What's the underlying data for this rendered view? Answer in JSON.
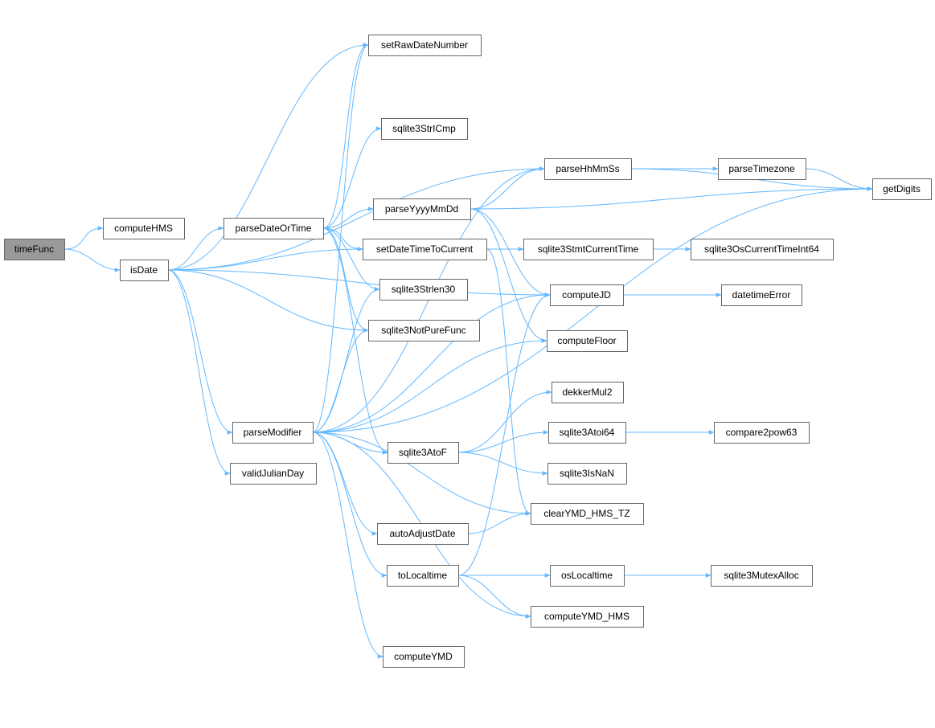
{
  "colors": {
    "edge": "#63b8ff",
    "node_border": "#666666",
    "node_fill": "#ffffff",
    "root_fill": "#999999"
  },
  "nodes": [
    {
      "id": "timeFunc",
      "label": "timeFunc",
      "root": true
    },
    {
      "id": "computeHMS",
      "label": "computeHMS"
    },
    {
      "id": "isDate",
      "label": "isDate"
    },
    {
      "id": "parseDateOrTime",
      "label": "parseDateOrTime"
    },
    {
      "id": "setRawDateNumber",
      "label": "setRawDateNumber"
    },
    {
      "id": "sqlite3StrICmp",
      "label": "sqlite3StrICmp"
    },
    {
      "id": "parseHhMmSs",
      "label": "parseHhMmSs"
    },
    {
      "id": "parseTimezone",
      "label": "parseTimezone"
    },
    {
      "id": "getDigits",
      "label": "getDigits"
    },
    {
      "id": "parseYyyyMmDd",
      "label": "parseYyyyMmDd"
    },
    {
      "id": "setDateTimeToCurrent",
      "label": "setDateTimeToCurrent"
    },
    {
      "id": "sqlite3StmtCurrentTime",
      "label": "sqlite3StmtCurrentTime"
    },
    {
      "id": "sqlite3OsCurrentTimeInt64",
      "label": "sqlite3OsCurrentTimeInt64"
    },
    {
      "id": "sqlite3Strlen30",
      "label": "sqlite3Strlen30"
    },
    {
      "id": "computeJD",
      "label": "computeJD"
    },
    {
      "id": "datetimeError",
      "label": "datetimeError"
    },
    {
      "id": "sqlite3NotPureFunc",
      "label": "sqlite3NotPureFunc"
    },
    {
      "id": "computeFloor",
      "label": "computeFloor"
    },
    {
      "id": "dekkerMul2",
      "label": "dekkerMul2"
    },
    {
      "id": "parseModifier",
      "label": "parseModifier"
    },
    {
      "id": "sqlite3AtoF",
      "label": "sqlite3AtoF"
    },
    {
      "id": "sqlite3Atoi64",
      "label": "sqlite3Atoi64"
    },
    {
      "id": "compare2pow63",
      "label": "compare2pow63"
    },
    {
      "id": "validJulianDay",
      "label": "validJulianDay"
    },
    {
      "id": "sqlite3IsNaN",
      "label": "sqlite3IsNaN"
    },
    {
      "id": "clearYMD_HMS_TZ",
      "label": "clearYMD_HMS_TZ"
    },
    {
      "id": "autoAdjustDate",
      "label": "autoAdjustDate"
    },
    {
      "id": "toLocaltime",
      "label": "toLocaltime"
    },
    {
      "id": "osLocaltime",
      "label": "osLocaltime"
    },
    {
      "id": "sqlite3MutexAlloc",
      "label": "sqlite3MutexAlloc"
    },
    {
      "id": "computeYMD_HMS",
      "label": "computeYMD_HMS"
    },
    {
      "id": "computeYMD",
      "label": "computeYMD"
    }
  ],
  "edges": [
    [
      "timeFunc",
      "computeHMS"
    ],
    [
      "timeFunc",
      "isDate"
    ],
    [
      "isDate",
      "parseDateOrTime"
    ],
    [
      "isDate",
      "setRawDateNumber"
    ],
    [
      "isDate",
      "parseHhMmSs"
    ],
    [
      "isDate",
      "computeJD"
    ],
    [
      "isDate",
      "setDateTimeToCurrent"
    ],
    [
      "isDate",
      "sqlite3NotPureFunc"
    ],
    [
      "isDate",
      "parseModifier"
    ],
    [
      "isDate",
      "validJulianDay"
    ],
    [
      "parseDateOrTime",
      "setRawDateNumber"
    ],
    [
      "parseDateOrTime",
      "sqlite3StrICmp"
    ],
    [
      "parseDateOrTime",
      "parseYyyyMmDd"
    ],
    [
      "parseDateOrTime",
      "setDateTimeToCurrent"
    ],
    [
      "parseDateOrTime",
      "sqlite3Strlen30"
    ],
    [
      "parseDateOrTime",
      "sqlite3NotPureFunc"
    ],
    [
      "parseDateOrTime",
      "sqlite3AtoF"
    ],
    [
      "parseHhMmSs",
      "parseTimezone"
    ],
    [
      "parseHhMmSs",
      "getDigits"
    ],
    [
      "parseTimezone",
      "getDigits"
    ],
    [
      "parseYyyyMmDd",
      "parseHhMmSs"
    ],
    [
      "parseYyyyMmDd",
      "getDigits"
    ],
    [
      "parseYyyyMmDd",
      "computeJD"
    ],
    [
      "parseYyyyMmDd",
      "computeFloor"
    ],
    [
      "setDateTimeToCurrent",
      "sqlite3StmtCurrentTime"
    ],
    [
      "setDateTimeToCurrent",
      "clearYMD_HMS_TZ"
    ],
    [
      "sqlite3StmtCurrentTime",
      "sqlite3OsCurrentTimeInt64"
    ],
    [
      "computeJD",
      "datetimeError"
    ],
    [
      "parseModifier",
      "setRawDateNumber"
    ],
    [
      "parseModifier",
      "parseHhMmSs"
    ],
    [
      "parseModifier",
      "sqlite3Strlen30"
    ],
    [
      "parseModifier",
      "sqlite3NotPureFunc"
    ],
    [
      "parseModifier",
      "computeJD"
    ],
    [
      "parseModifier",
      "computeFloor"
    ],
    [
      "parseModifier",
      "sqlite3AtoF"
    ],
    [
      "parseModifier",
      "clearYMD_HMS_TZ"
    ],
    [
      "parseModifier",
      "autoAdjustDate"
    ],
    [
      "parseModifier",
      "toLocaltime"
    ],
    [
      "parseModifier",
      "computeYMD_HMS"
    ],
    [
      "parseModifier",
      "computeYMD"
    ],
    [
      "parseModifier",
      "getDigits"
    ],
    [
      "sqlite3AtoF",
      "dekkerMul2"
    ],
    [
      "sqlite3AtoF",
      "sqlite3Atoi64"
    ],
    [
      "sqlite3AtoF",
      "sqlite3IsNaN"
    ],
    [
      "sqlite3Atoi64",
      "compare2pow63"
    ],
    [
      "autoAdjustDate",
      "clearYMD_HMS_TZ"
    ],
    [
      "toLocaltime",
      "computeJD"
    ],
    [
      "toLocaltime",
      "osLocaltime"
    ],
    [
      "toLocaltime",
      "computeYMD_HMS"
    ],
    [
      "osLocaltime",
      "sqlite3MutexAlloc"
    ]
  ]
}
